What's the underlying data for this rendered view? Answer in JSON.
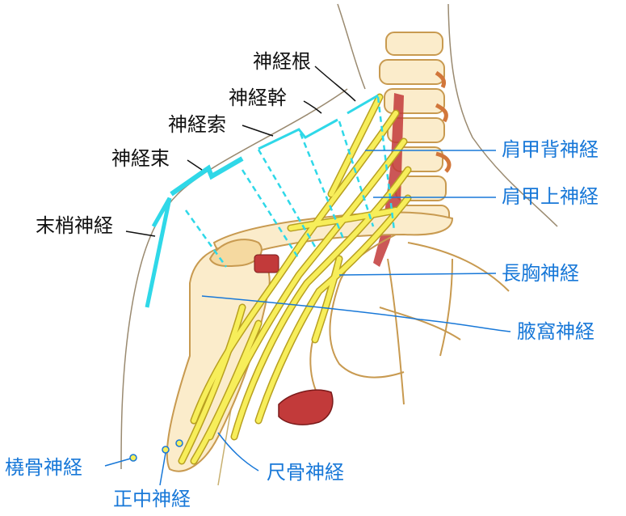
{
  "labels": {
    "root": "神経根",
    "trunk": "神経幹",
    "cord": "神経索",
    "bundle": "神経束",
    "peripheral": "末梢神経",
    "dorsal_scapular": "肩甲背神経",
    "suprascapular": "肩甲上神経",
    "long_thoracic": "長胸神経",
    "axillary": "腋窩神経",
    "radial": "橈骨神経",
    "median": "正中神経",
    "ulnar": "尺骨神経"
  },
  "colors": {
    "nerve": "#f7ee5a",
    "nerve_outline": "#b8a020",
    "bone": "#fbeccb",
    "bone_outline": "#c89a50",
    "bracket": "#2fd8e8",
    "callout_blue": "#1878d8",
    "muscle_red": "#c23a3a"
  }
}
